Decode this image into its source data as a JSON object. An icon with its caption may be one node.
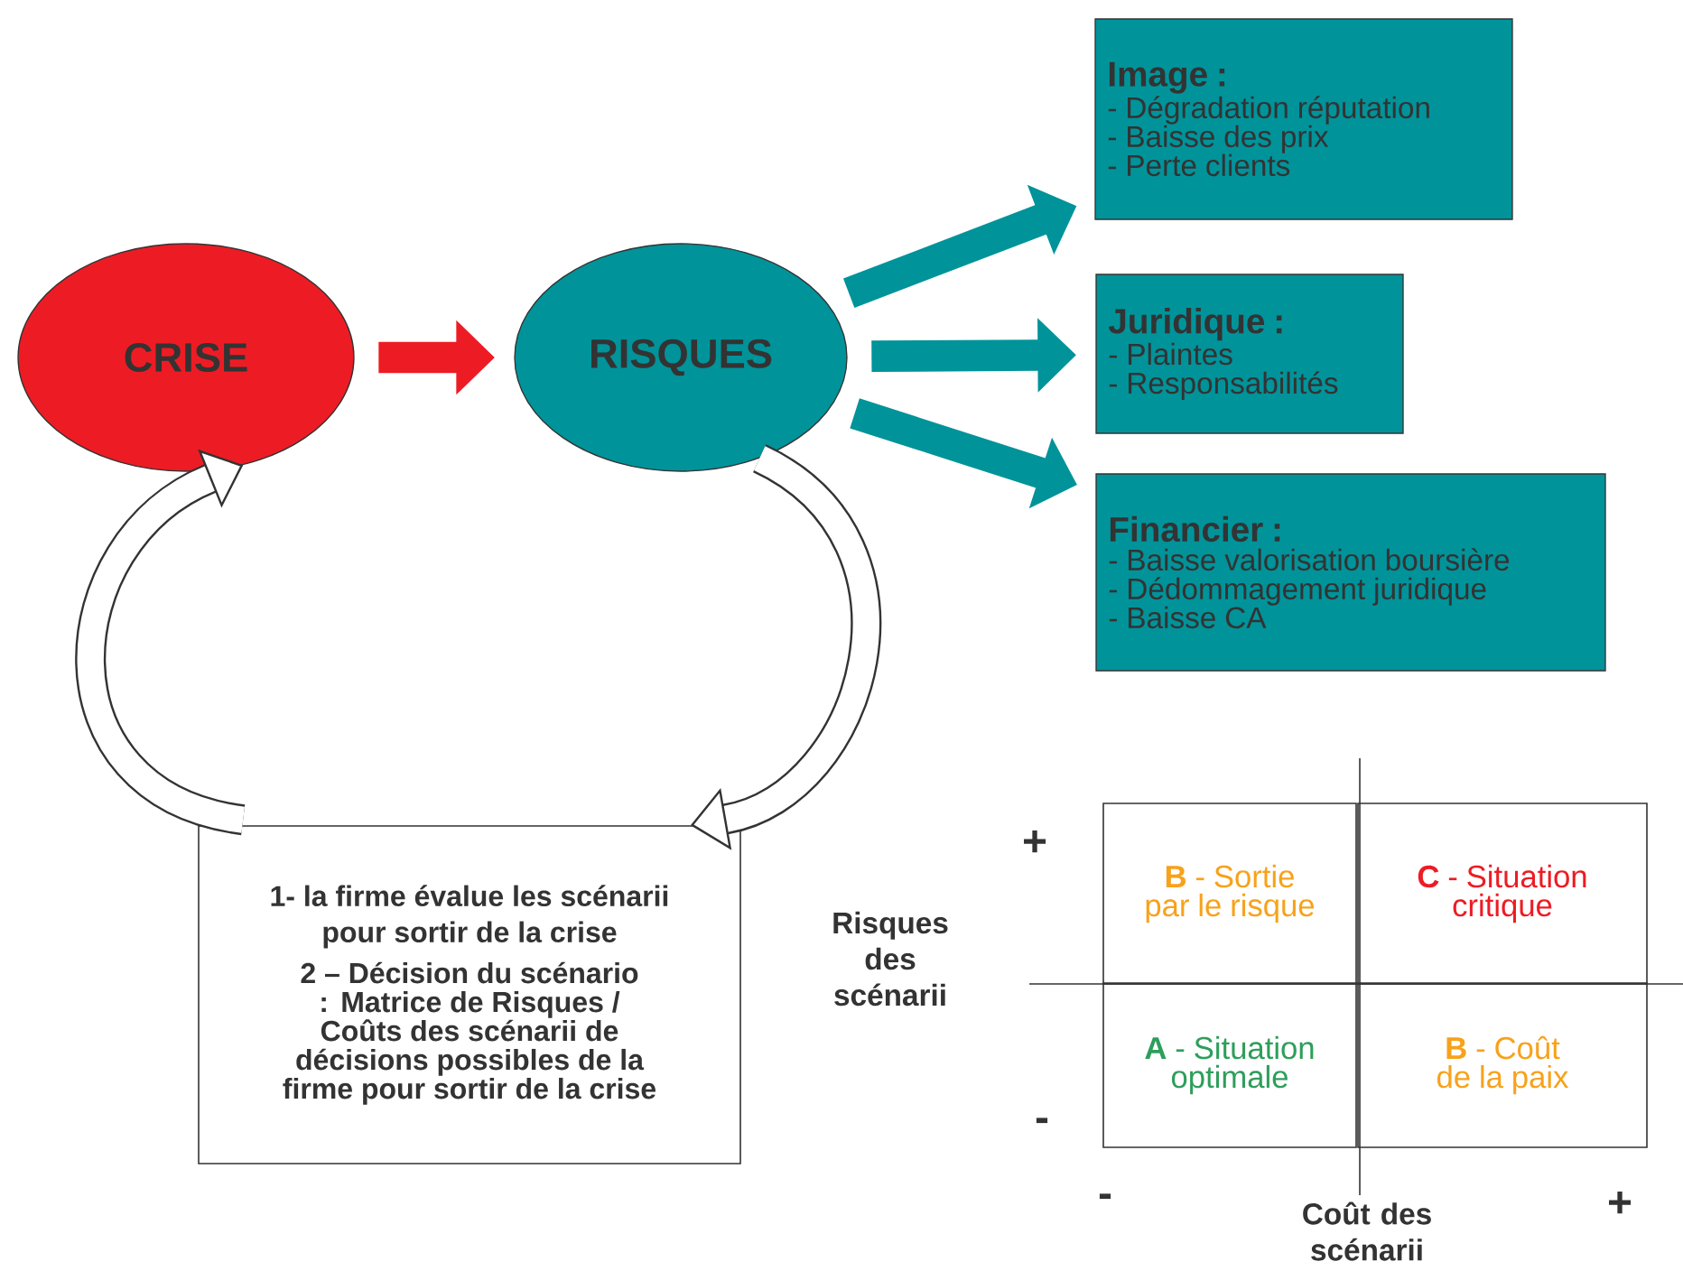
{
  "diagram": {
    "nodes": [
      {
        "text": [
          "CRISE"
        ]
      },
      {
        "text": [
          "RISQUES"
        ]
      },
      {
        "text": [
          "Image :",
          "- Dégradation réputation",
          "- Baisse des prix",
          "- Perte clients"
        ]
      },
      {
        "text": [
          "Juridique :",
          "- Plaintes",
          "- Responsabilités"
        ]
      },
      {
        "text": [
          "Financier :",
          "- Baisse valorisation boursière",
          "- Dédommagement juridique",
          "- Baisse CA"
        ]
      },
      {
        "text": [
          "1- la firme évalue les scénarii pour sortir de la crise",
          "2 – Décision du scénario : Matrice de Risques / Coûts des scénarii de décisions possibles de la firme pour sortir de la crise"
        ]
      },
      {
        "text": [
          "**B** - Sortie par le risque"
        ]
      },
      {
        "text": [
          "**C** - Situation critique"
        ]
      },
      {
        "text": [
          "**A** - Situation optimale"
        ]
      },
      {
        "text": [
          "**B** - Coût de la paix"
        ]
      }
    ],
    "edges": [
      {
        "from": 0,
        "to": 1,
        "arrow": "to",
        "color": "#ed1c24"
      },
      {
        "from": 1,
        "to": 2,
        "arrow": "to"
      },
      {
        "from": 1,
        "to": 3,
        "arrow": "to"
      },
      {
        "from": 1,
        "to": 4,
        "arrow": "to"
      },
      {
        "from": 5,
        "to": 0,
        "arrow": "to",
        "color": "#333333"
      },
      {
        "from": 1,
        "to": 5,
        "arrow": "to",
        "color": "#333333"
      }
    ],
    "labels": [
      "+",
      "Risques des scénarii",
      "-",
      "-",
      "Coût des scénarii",
      "+"
    ]
  }
}
